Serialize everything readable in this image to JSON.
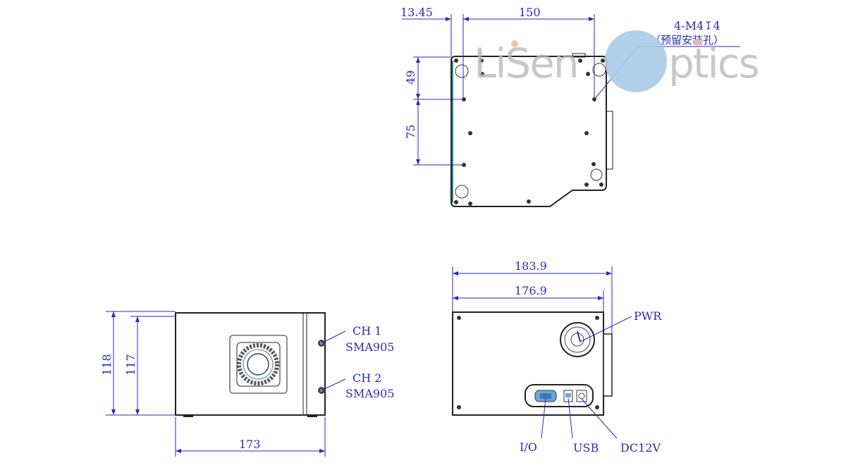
{
  "top_view": {
    "dims": {
      "offset": "13.45",
      "width": "150",
      "hole_spacing_1": "49",
      "hole_spacing_2": "75"
    },
    "callout_holes": "4-M4↧4",
    "callout_holes_note": "（预留安装孔）"
  },
  "side_view": {
    "dims": {
      "height_outer": "118",
      "height_inner": "117",
      "depth": "173"
    },
    "ch1": {
      "label": "CH 1",
      "connector": "SMA905"
    },
    "ch2": {
      "label": "CH 2",
      "connector": "SMA905"
    }
  },
  "front_view": {
    "dims": {
      "overall_width": "183.9",
      "body_width": "176.9"
    },
    "callouts": {
      "pwr": "PWR",
      "io": "I/O",
      "usb": "USB",
      "dc": "DC12V"
    }
  },
  "watermark": {
    "text_left": "LiSen",
    "text_right": "ptics",
    "accent_color": "#a9cbe8",
    "text_color": "#b8b8b8",
    "dot_color": "#f4b9a8"
  },
  "colors": {
    "dimension": "#2a2ab8",
    "outline": "#222222"
  }
}
